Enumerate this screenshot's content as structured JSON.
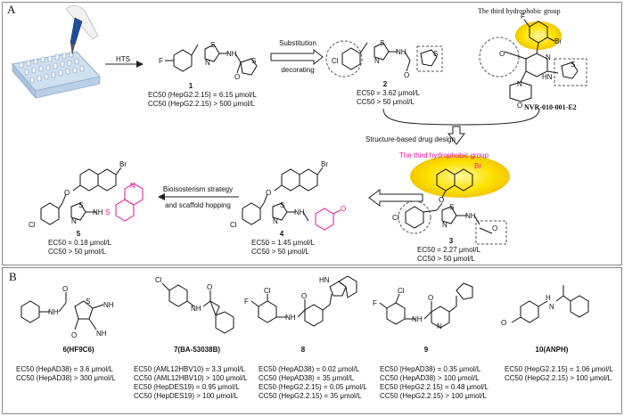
{
  "panelA": {
    "label": "A",
    "step_hts": "HTS",
    "step_substitution_1": "Substitution",
    "step_substitution_2": "decorating",
    "step_sbdd": "Structure-based drug design",
    "step_bioisosterism_1": "Bioisosterism strategy",
    "step_bioisosterism_2": "and scaffold hopping",
    "third_group_top": "The third hydrophobic group",
    "third_group_mid": "The third hydrophobic group",
    "nvr_name": "NVR-010-001-E2",
    "compounds": [
      {
        "id": "1",
        "line1": "EC50 (HepG2.2.15) = 6.15 μmol/L",
        "line2": "CC50 (HepG2.2.15) > 500 μmol/L"
      },
      {
        "id": "2",
        "line1": "EC50 = 3.62 μmol/L",
        "line2": "CC50 > 50 μmol/L"
      },
      {
        "id": "3",
        "line1": "EC50 = 2.27 μmol/L",
        "line2": "CC50 > 50 μmol/L"
      },
      {
        "id": "4",
        "line1": "EC50 = 1.45 μmol/L",
        "line2": "CC50 > 50 μmol/L"
      },
      {
        "id": "5",
        "line1": "EC50 = 0.18 μmol/L",
        "line2": "CC50 > 50 μmol/L"
      }
    ],
    "atoms": {
      "F": "F",
      "Cl": "Cl",
      "Br": "Br",
      "N": "N",
      "S": "S",
      "O": "O",
      "H": "H",
      "NH": "NH",
      "HN": "HN",
      "H2N": "H",
      "SO2": "S"
    }
  },
  "panelB": {
    "label": "B",
    "compounds": [
      {
        "id": "6(HF9C6)",
        "lines": [
          "EC50 (HepAD38) = 3.6 μmol/L",
          "CC50 (HepAD38) > 300 μmol/L"
        ]
      },
      {
        "id": "7(BA-53038B)",
        "lines": [
          "EC50 (AML12HBV10) = 3.3 μmol/L",
          "CC50 (AML12HBV10) > 100 μmol/L",
          "EC50 (HepDES19) = 0.95 μmol/L",
          "CC50 (HepDES19) > 100 μmol/L"
        ]
      },
      {
        "id": "8",
        "lines": [
          "EC50 (HepAD38) = 0.02 μmol/L",
          "CC50 (HepAD38) = 35 μmol/L",
          "EC50 (HepG2.2.15) = 0.05 μmol/L",
          "CC50 (HepG2.2.15) = 35 μmol/L"
        ]
      },
      {
        "id": "9",
        "lines": [
          "EC50 (HepAD38) = 0.35 μmol/L",
          "CC50 (HepAD38) > 100 μmol/L",
          "EC50 (HepG2.2.15) = 0.48 μmol/L",
          "CC50 (HepG2.2.15) > 100 μmol/L"
        ]
      },
      {
        "id": "10(ANPH)",
        "lines": [
          "EC50 (HepG2.2.15) = 1.06 μmol/L",
          "CC50 (HepG2.2.15) > 100 μmol/L"
        ]
      }
    ],
    "atoms": {
      "NH": "NH",
      "NH2": "NH",
      "H2N": "NH",
      "O": "O",
      "S": "S",
      "Cl": "Cl",
      "F": "F",
      "N": "N",
      "HN": "HN",
      "O2N": "O",
      "H": "H"
    }
  }
}
